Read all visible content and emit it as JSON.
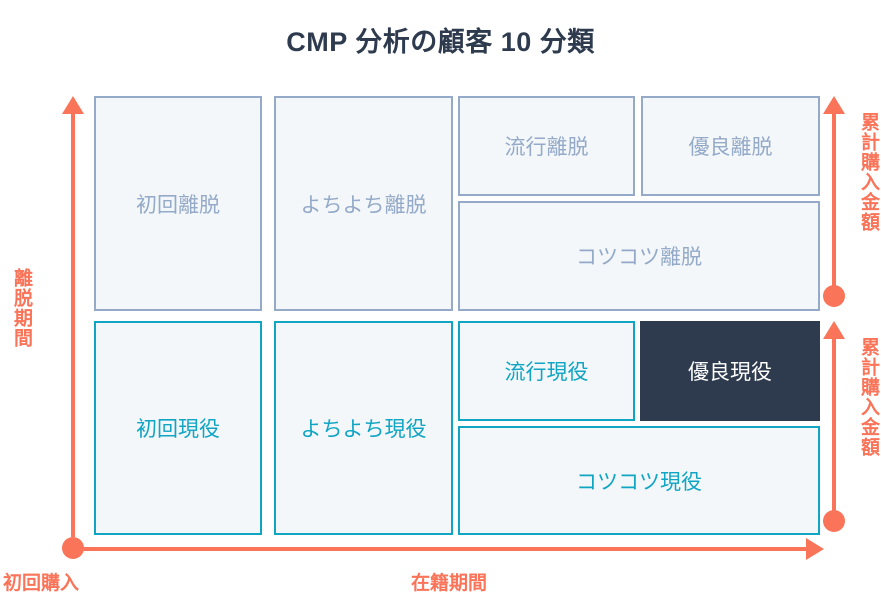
{
  "title": "CMP 分析の顧客 10 分類",
  "colors": {
    "accent_orange": "#f97459",
    "churn_blue": "#94aac8",
    "active_teal": "#11a5c4",
    "highlight_navy": "#2e3b4e",
    "box_fill": "#f3f7fa",
    "background": "#ffffff"
  },
  "axes": {
    "left_label": "離脱期間",
    "bottom_origin_label": "初回購入",
    "bottom_label": "在籍期間",
    "right_upper_label": "累計購入金額",
    "right_lower_label": "累計購入金額"
  },
  "segments": {
    "churn_row": [
      {
        "id": "first-churn",
        "label": "初回離脱"
      },
      {
        "id": "toddler-churn",
        "label": "よちよち離脱"
      },
      {
        "id": "trendy-churn",
        "label": "流行離脱"
      },
      {
        "id": "premium-churn",
        "label": "優良離脱"
      },
      {
        "id": "steady-churn",
        "label": "コツコツ離脱"
      }
    ],
    "active_row": [
      {
        "id": "first-active",
        "label": "初回現役"
      },
      {
        "id": "toddler-active",
        "label": "よちよち現役"
      },
      {
        "id": "trendy-active",
        "label": "流行現役"
      },
      {
        "id": "premium-active",
        "label": "優良現役"
      },
      {
        "id": "steady-active",
        "label": "コツコツ現役"
      }
    ]
  }
}
